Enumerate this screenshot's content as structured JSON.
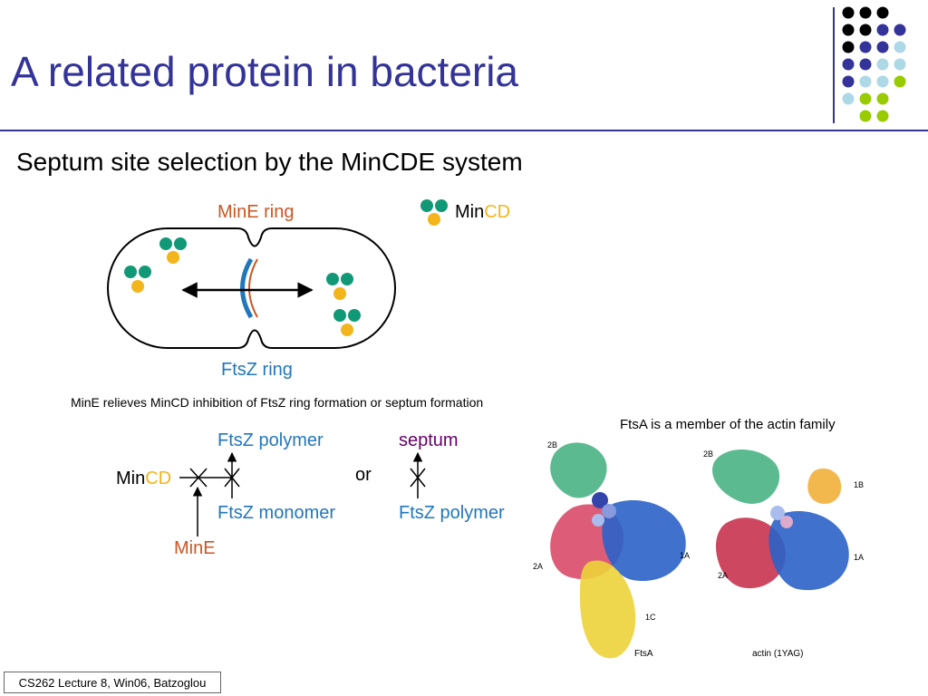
{
  "slide": {
    "title": "A related protein in bacteria",
    "footer": "CS262 Lecture 8, Win06, Batzoglou"
  },
  "minCDE_figure": {
    "heading": "Septum site selection by the MinCDE system",
    "label_mine_ring": "MinE ring",
    "label_ftsz_ring": "FtsZ ring",
    "legend_min": "Min",
    "legend_cd": "CD",
    "caption": "MinE relieves MinCD inhibition of FtsZ ring formation or septum formation"
  },
  "pathway": {
    "mincd_min": "Min",
    "mincd_cd": "CD",
    "ftsz_polymer": "FtsZ polymer",
    "ftsz_monomer": "FtsZ monomer",
    "mine": "MinE",
    "or": "or",
    "septum": "septum",
    "ftsz_polymer_2": "FtsZ polymer"
  },
  "structures": {
    "heading": "FtsA is a member of the actin family",
    "ftsa": {
      "name": "FtsA",
      "l2b": "2B",
      "l2a": "2A",
      "l1a": "1A",
      "l1c": "1C"
    },
    "actin": {
      "name": "actin (1YAG)",
      "l2b": "2B",
      "l2a": "2A",
      "l1a": "1A",
      "l1b": "1B"
    }
  },
  "colors": {
    "title": "#333399",
    "mine_orange": "#cc5522",
    "ftsz_blue": "#2277bb",
    "mincd_green": "#119977",
    "mincd_yellow": "#f2b51b",
    "septum_purple": "#660066"
  },
  "decoration": {
    "dot_grid": [
      [
        "#000000",
        "#000000",
        "#000000",
        "none"
      ],
      [
        "#000000",
        "#000000",
        "#333399",
        "#333399"
      ],
      [
        "#000000",
        "#333399",
        "#333399",
        "#add8e6"
      ],
      [
        "#333399",
        "#333399",
        "#add8e6",
        "#add8e6"
      ],
      [
        "#333399",
        "#add8e6",
        "#add8e6",
        "#99cc00"
      ],
      [
        "#add8e6",
        "#99cc00",
        "#99cc00",
        "none"
      ],
      [
        "none",
        "#99cc00",
        "#99cc00",
        "none"
      ]
    ]
  }
}
